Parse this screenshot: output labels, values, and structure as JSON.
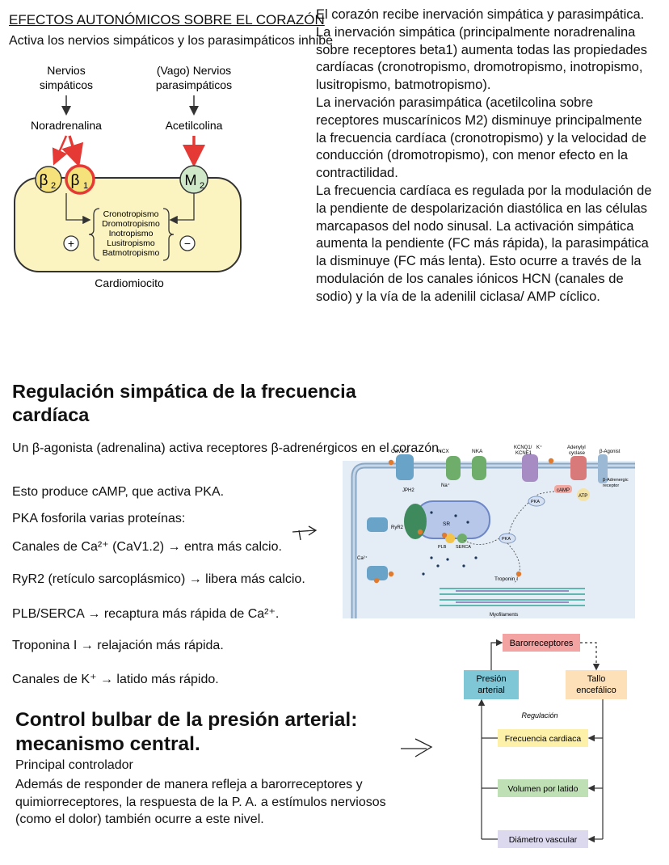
{
  "section1": {
    "title": "EFECTOS AUTONÓMICOS SOBRE EL CORAZÓN",
    "intro": "Activa los nervios simpáticos y los parasimpáticos inhibe",
    "diagram": {
      "simp_nerve_line1": "Nervios",
      "simp_nerve_line2": "simpáticos",
      "para_nerve_line1": "(Vago) Nervios",
      "para_nerve_line2": "parasimpáticos",
      "simp_transmitter": "Noradrenalina",
      "para_transmitter": "Acetilcolina",
      "beta2": "β",
      "beta2_sub": "2",
      "beta1": "β",
      "beta1_sub": "1",
      "m2": "M",
      "m2_sub": "2",
      "effects": [
        "Cronotropismo",
        "Dromotropismo",
        "Inotropismo",
        "Lusitropismo",
        "Batmotropismo"
      ],
      "plus": "+",
      "minus": "−",
      "cell_label": "Cardiomiocito"
    }
  },
  "right_column": {
    "paragraphs": [
      "El corazón recibe inervación simpática y parasimpática.",
      "La inervación simpática (principalmente noradrenalina sobre receptores beta1) aumenta todas las propiedades cardíacas (cronotropismo, dromotropismo, inotropismo, lusitropismo, batmotropismo).",
      "La inervación parasimpática (acetilcolina sobre receptores muscarínicos M2) disminuye principalmente la frecuencia cardíaca (cronotropismo) y la velocidad de conducción (dromotropismo), con menor efecto en la contractilidad.",
      "La frecuencia cardíaca es regulada por la modulación de la pendiente de despolarización diastólica en las células marcapasos del nodo sinusal. La activación simpática aumenta la pendiente (FC más rápida), la parasimpática la disminuye (FC más lenta). Esto ocurre a través de la modulación de los canales iónicos HCN (canales de sodio) y la vía de la adenilil ciclasa/ AMP cíclico."
    ]
  },
  "section2": {
    "heading": "Regulación simpática de la frecuencia cardíaca",
    "lines": [
      "Un β-agonista (adrenalina) activa receptores β-adrenérgicos en el corazón.",
      "Esto produce cAMP, que activa PKA.",
      "PKA fosforila varias proteínas:",
      "Canales de Ca²⁺ (CaV1.2) → entra más calcio.",
      "RyR2 (retículo sarcoplásmico) → libera más calcio.",
      "PLB/SERCA → recaptura más rápida de Ca²⁺.",
      "Troponina I → relajación más rápida.",
      "Canales de K⁺ → latido más rápido."
    ],
    "figure_labels": {
      "cav12": "CaV1.2",
      "ncx": "NCX",
      "nka": "NKA",
      "kcnq1": "KCNQ1/",
      "kcne1": "KCNE1",
      "adenylyl": "Adenylyl",
      "cyclase": "cyclase",
      "bagonist": "β-Agonist",
      "breceptor1": "β-Adrenergic",
      "breceptor2": "receptor",
      "jph2": "JPH2",
      "camp": "cAMP",
      "atp": "ATP",
      "pka": "PKA",
      "ryr2": "RyR2",
      "sr": "SR",
      "plb": "PLB",
      "serca": "SERCA",
      "troponin": "Troponin I",
      "myofilaments": "Myofilaments",
      "ca": "Ca²⁺",
      "na": "Na⁺",
      "k": "K⁺"
    }
  },
  "section3": {
    "heading_line1": "Control bulbar de la presión arterial:",
    "heading_line2": "mecanismo central.",
    "subtitle": "Principal controlador",
    "paragraph": "Además de responder de manera refleja a barorreceptores y quimiorreceptores, la respuesta de la P. A. a estímulos nerviosos (como el dolor) también ocurre a este nivel.",
    "diagram": {
      "baro": "Barorreceptores",
      "presion1": "Presión",
      "presion2": "arterial",
      "tallo1": "Tallo",
      "tallo2": "encefálico",
      "regulacion": "Regulación",
      "fc": "Frecuencia cardiaca",
      "vol": "Volumen por latido",
      "diam": "Diámetro vascular"
    }
  },
  "colors": {
    "red": "#e53935",
    "yellow": "#f6e27a",
    "green_m2": "#cfe8c8",
    "cell": "#fbf3c0",
    "baro_bg": "#f4a3a3",
    "presion_bg": "#7fc6d6",
    "tallo_bg": "#fde0b8",
    "fc_bg": "#fdf0a8",
    "vol_bg": "#bfe0b5",
    "diam_bg": "#dcd8ee"
  }
}
